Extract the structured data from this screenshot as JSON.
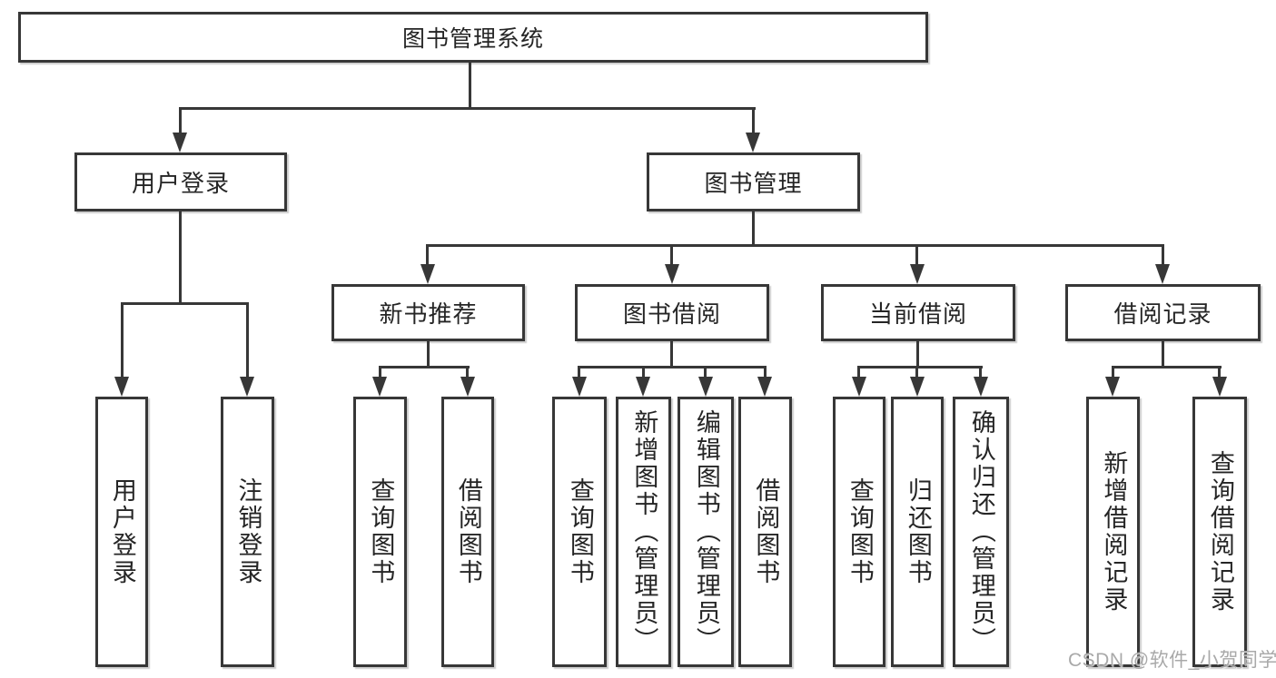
{
  "tree": {
    "root": {
      "label": "图书管理系统"
    },
    "level2": [
      {
        "label": "用户登录",
        "leaves": [
          "用户登录",
          "注销登录"
        ]
      },
      {
        "label": "图书管理",
        "groups": [
          {
            "label": "新书推荐",
            "leaves": [
              "查询图书",
              "借阅图书"
            ]
          },
          {
            "label": "图书借阅",
            "leaves": [
              "查询图书",
              "新增图书（管理员）",
              "编辑图书（管理员）",
              "借阅图书"
            ]
          },
          {
            "label": "当前借阅",
            "leaves": [
              "查询图书",
              "归还图书",
              "确认归还（管理员）"
            ]
          },
          {
            "label": "借阅记录",
            "leaves": [
              "新增借阅记录",
              "查询借阅记录"
            ]
          }
        ]
      }
    ]
  },
  "watermark": {
    "text": "CSDN @软件_小贺同学"
  },
  "colors": {
    "line": "#373737",
    "text": "#252525",
    "watermark": "#a9a9a9",
    "background": "#ffffff"
  }
}
